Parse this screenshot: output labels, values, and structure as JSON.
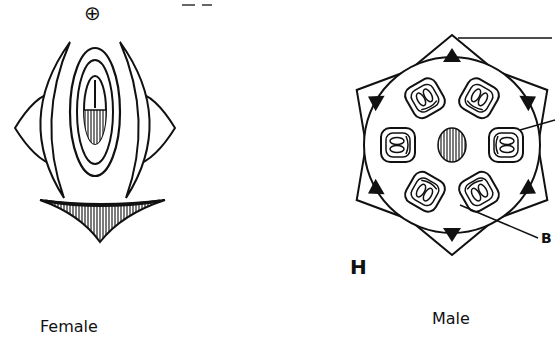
{
  "diagram": {
    "labels": [
      "⊕",
      "Female",
      "Male",
      "H",
      "B"
    ]
  }
}
